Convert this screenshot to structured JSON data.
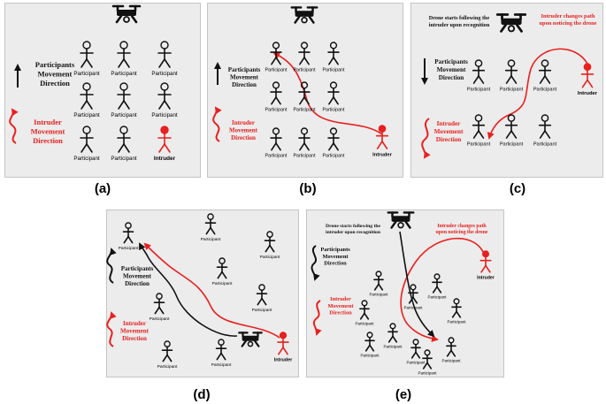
{
  "participant_label": "Participant",
  "intruder_label": "Intruder",
  "participants_direction_label": [
    "Participants",
    "Movement",
    "Direction"
  ],
  "intruder_direction_label": [
    "Intruder",
    "Movement",
    "Direction"
  ],
  "drone_follow_label": [
    "Drone starts following the",
    "intruder upon recognition"
  ],
  "intruder_change_label": [
    "Intruder changes path",
    "upon noticing the drone"
  ],
  "captions": [
    "(a)",
    "(b)",
    "(c)",
    "(d)",
    "(e)"
  ],
  "colors": {
    "intruder": "#e8201f",
    "figure": "#111111",
    "panel": "#ececec"
  },
  "icons": [
    "drone-icon",
    "stick-figure-icon"
  ]
}
